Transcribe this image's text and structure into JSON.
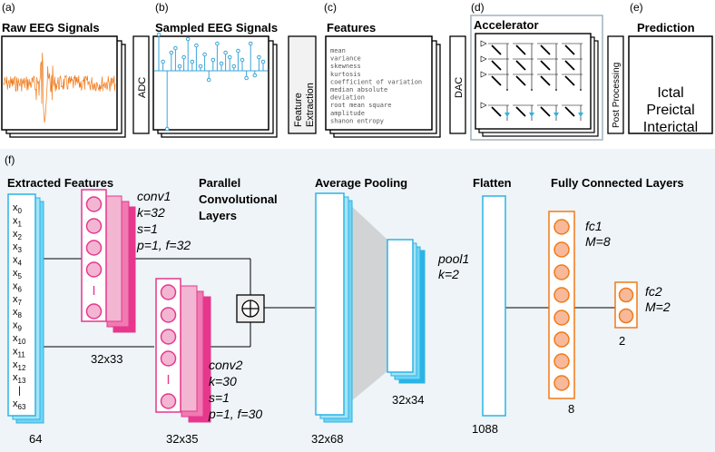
{
  "panels": {
    "a": {
      "letter": "(a)",
      "title": "Raw EEG Signals"
    },
    "b": {
      "letter": "(b)",
      "title": "Sampled EEG Signals"
    },
    "c": {
      "letter": "(c)",
      "title": "Features",
      "features": [
        "mean",
        "variance",
        "skewness",
        "kurtosis",
        "coefficient of variation",
        "median absolute",
        "deviation",
        "root mean square",
        "amplitude",
        "shanon entropy"
      ]
    },
    "d": {
      "letter": "(d)",
      "title": "Accelerator"
    },
    "e": {
      "letter": "(e)",
      "title": "Prediction",
      "classes": [
        "Ictal",
        "Preictal",
        "Interictal"
      ]
    },
    "f": {
      "letter": "(f)"
    }
  },
  "stage_labels": {
    "adc": "ADC",
    "feature_extraction_1": "Feature",
    "feature_extraction_2": "Extraction",
    "dac": "DAC",
    "post_processing": "Post Processing"
  },
  "network": {
    "extracted": {
      "title": "Extracted Features",
      "dim": "64",
      "inputs": [
        "x0",
        "x1",
        "x2",
        "x3",
        "x4",
        "x5",
        "x6",
        "x7",
        "x8",
        "x9",
        "x10",
        "x11",
        "x12",
        "x13",
        "|",
        "x63"
      ]
    },
    "parallel": {
      "line1": "Parallel",
      "line2": "Convolutional",
      "line3": "Layers"
    },
    "conv1": {
      "lines": [
        "conv1",
        "k=32",
        "s=1",
        "p=1, f=32"
      ],
      "dim": "32x33"
    },
    "conv2": {
      "lines": [
        "conv2",
        "k=30",
        "s=1",
        "p=1, f=30"
      ],
      "dim": "32x35"
    },
    "avgpool": {
      "title": "Average Pooling",
      "dim": "32x68"
    },
    "pool1": {
      "lines": [
        "pool1",
        "k=2"
      ],
      "dim": "32x34"
    },
    "flatten": {
      "title": "Flatten",
      "dim": "1088"
    },
    "fc": {
      "title": "Fully Connected Layers"
    },
    "fc1": {
      "lines": [
        "fc1",
        "M=8"
      ],
      "dim": "8"
    },
    "fc2": {
      "lines": [
        "fc2",
        "M=2"
      ],
      "dim": "2"
    },
    "add_symbol": "+"
  },
  "colors": {
    "eeg": "#f07a1a",
    "sampled": "#3aa6d8",
    "pink": "#e6378d",
    "pink_light": "#f3b6d2",
    "cyan": "#2ab4e6",
    "cyan_fill": "#72d3f2",
    "orange": "#f07a1a",
    "orange_fill": "#f7b99a",
    "ictal": "#d7301f",
    "preictal": "#ef6a1a",
    "interictal": "#4f8a3a",
    "panel_bg": "#eef4f7",
    "accel_border": "#9fb3bc"
  }
}
